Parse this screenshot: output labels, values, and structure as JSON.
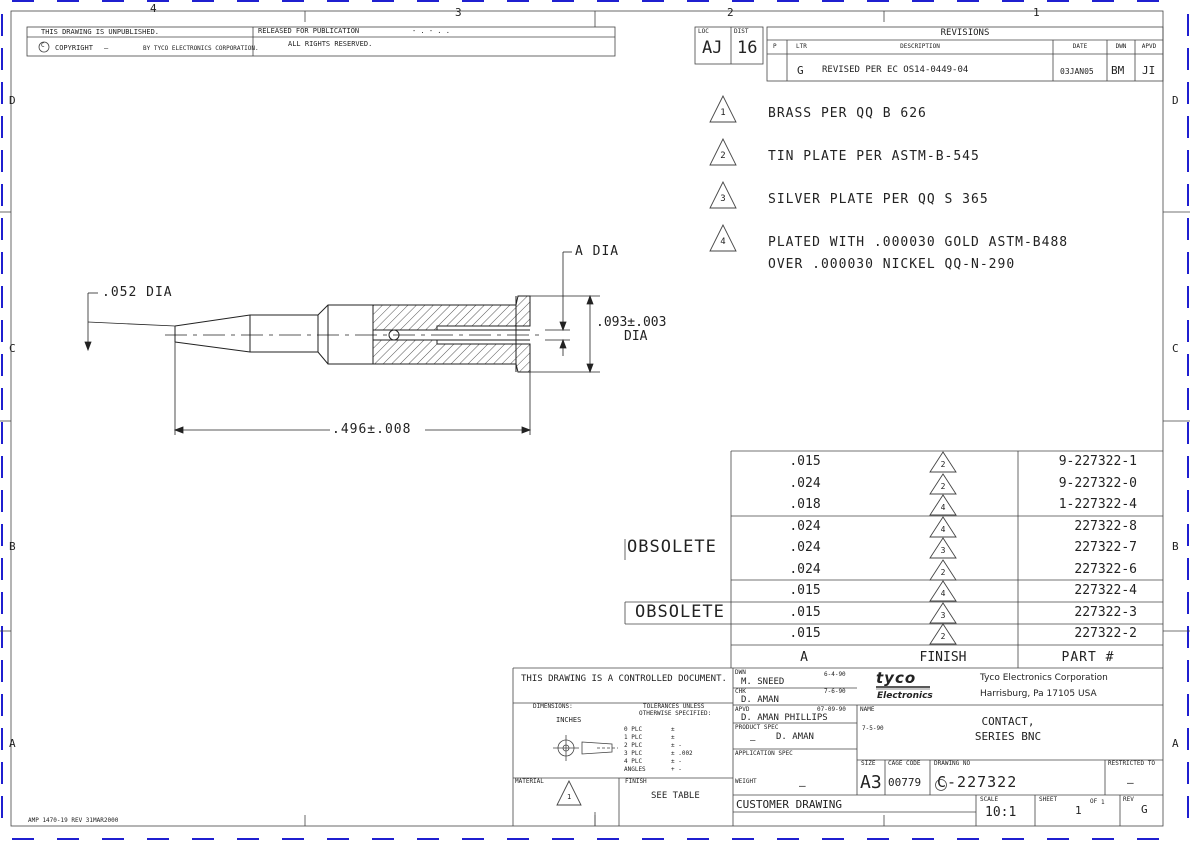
{
  "border": {
    "zones_top": [
      "4",
      "3",
      "2",
      "1"
    ],
    "zones_side": [
      "D",
      "C",
      "B",
      "A"
    ],
    "stripe_color": "#1f1fd0"
  },
  "header": {
    "unpublished": "THIS DRAWING IS UNPUBLISHED.",
    "copyright": "COPYRIGHT",
    "copyright_dash": "—",
    "copyright_by": "BY TYCO ELECTRONICS CORPORATION.",
    "released": "RELEASED FOR PUBLICATION",
    "released_dots": "- . - . .",
    "rights": "ALL RIGHTS RESERVED.",
    "copyright_symbol": "C"
  },
  "loc_dist": {
    "loc_label": "LOC",
    "loc_value": "AJ",
    "dist_label": "DIST",
    "dist_value": "16"
  },
  "revisions": {
    "title": "REVISIONS",
    "col_p": "P",
    "col_ltr": "LTR",
    "col_desc": "DESCRIPTION",
    "col_date": "DATE",
    "col_dwn": "DWN",
    "col_apvd": "APVD",
    "rows": [
      {
        "ltr": "G",
        "desc": "REVISED PER EC OS14-0449-04",
        "date": "03JAN05",
        "dwn": "BM",
        "apvd": "JI"
      }
    ]
  },
  "notes": [
    {
      "num": "1",
      "line1": "BRASS PER QQ B 626",
      "line2": ""
    },
    {
      "num": "2",
      "line1": "TIN PLATE PER ASTM-B-545",
      "line2": ""
    },
    {
      "num": "3",
      "line1": "SILVER PLATE PER QQ S 365",
      "line2": ""
    },
    {
      "num": "4",
      "line1": "PLATED WITH .000030 GOLD ASTM-B488",
      "line2": "OVER .000030 NICKEL QQ-N-290"
    }
  ],
  "dimensions": {
    "a_dia": "A DIA",
    "dia_052": ".052 DIA",
    "dia_093": ".093±.003",
    "dia_093_label": "DIA",
    "length": ".496±.008"
  },
  "part_table": {
    "header_a": "A",
    "header_finish": "FINISH",
    "header_part": "PART #",
    "obsolete_label": "OBSOLETE",
    "rows": [
      {
        "a": ".015",
        "finish": "2",
        "part": "9-227322-1"
      },
      {
        "a": ".024",
        "finish": "2",
        "part": "9-227322-0"
      },
      {
        "a": ".018",
        "finish": "4",
        "part": "1-227322-4"
      },
      {
        "a": ".024",
        "finish": "4",
        "part": "227322-8"
      },
      {
        "a": ".024",
        "finish": "3",
        "part": "227322-7"
      },
      {
        "a": ".024",
        "finish": "2",
        "part": "227322-6"
      },
      {
        "a": ".015",
        "finish": "4",
        "part": "227322-4"
      },
      {
        "a": ".015",
        "finish": "3",
        "part": "227322-3"
      },
      {
        "a": ".015",
        "finish": "2",
        "part": "227322-2"
      }
    ]
  },
  "title_block": {
    "controlled": "THIS DRAWING IS A CONTROLLED DOCUMENT.",
    "dimensions_label": "DIMENSIONS:",
    "dimensions_value": "INCHES",
    "tolerances_label": "TOLERANCES UNLESS",
    "tolerances_label2": "OTHERWISE SPECIFIED:",
    "plc": [
      {
        "label": "0 PLC",
        "value": "±"
      },
      {
        "label": "1 PLC",
        "value": "±"
      },
      {
        "label": "2 PLC",
        "value": "± -"
      },
      {
        "label": "3 PLC",
        "value": "± .002"
      },
      {
        "label": "4 PLC",
        "value": "± -"
      },
      {
        "label": "ANGLES",
        "value": "+ -"
      }
    ],
    "material_label": "MATERIAL",
    "material_note": "1",
    "finish_label": "FINISH",
    "finish_value": "SEE TABLE",
    "dwn_label": "DWN",
    "dwn_name": "M. SNEED",
    "dwn_date": "6-4-90",
    "chk_label": "CHK",
    "chk_name": "D. AMAN",
    "chk_date": "7-6-90",
    "apvd_label": "APVD",
    "apvd_name": "D. AMAN PHILLIPS",
    "apvd_date": "07-09-90",
    "name_label": "NAME",
    "product_spec_label": "PRODUCT SPEC",
    "product_spec_name": "D. AMAN",
    "product_spec_date": "7-5-90",
    "product_spec_dash": "—",
    "application_spec_label": "APPLICATION SPEC",
    "weight_label": "WEIGHT",
    "weight_value": "—",
    "logo_tyco": "tyco",
    "logo_electronics": "Electronics",
    "company": "Tyco Electronics Corporation",
    "company_address": "Harrisburg, Pa 17105 USA",
    "name_line1": "CONTACT,",
    "name_line2": "SERIES BNC",
    "size_label": "SIZE",
    "size_value": "A3",
    "cage_label": "CAGE CODE",
    "cage_value": "00779",
    "drawing_no_label": "DRAWING NO",
    "drawing_no_value": "C-227322",
    "restricted_label": "RESTRICTED TO",
    "restricted_value": "—",
    "customer_drawing": "CUSTOMER DRAWING",
    "scale_label": "SCALE",
    "scale_value": "10:1",
    "sheet_label": "SHEET",
    "sheet_value": "1",
    "of_label": "OF",
    "of_value": "1",
    "rev_label": "REV",
    "rev_value": "G"
  },
  "footer": {
    "form": "AMP 1470-19 REV 31MAR2000"
  }
}
